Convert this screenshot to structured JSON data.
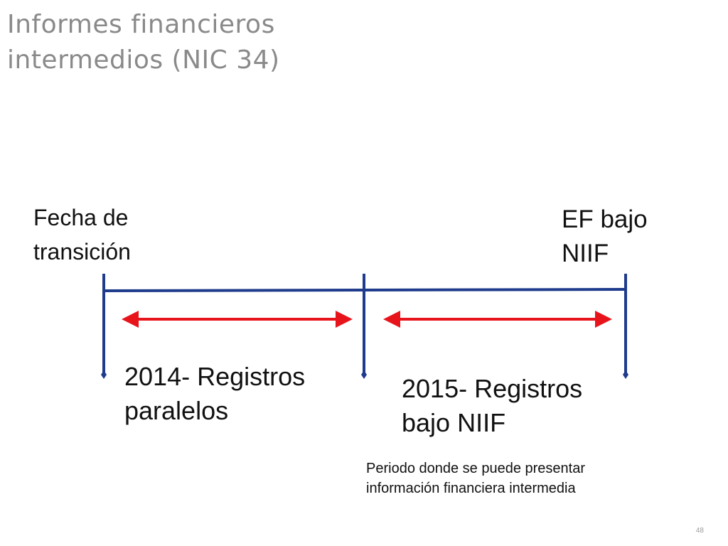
{
  "slide": {
    "title_line1": "Informes financieros",
    "title_line2": "intermedios (NIC 34)",
    "page_number": "48"
  },
  "timeline": {
    "start_label_line1": "Fecha de",
    "start_label_line2": "transición",
    "end_label_line1": "EF bajo",
    "end_label_line2": "NIIF",
    "period1_line1": "2014- Registros",
    "period1_line2": "paralelos",
    "period2_line1": "2015- Registros",
    "period2_line2": "bajo NIIF",
    "note_line1": "Periodo donde se puede presentar",
    "note_line2": "información financiera intermedia"
  },
  "colors": {
    "title": "#8a8a8a",
    "timeline_line": "#1f3b8c",
    "period_arrow": "#e8141b",
    "text": "#111111"
  }
}
